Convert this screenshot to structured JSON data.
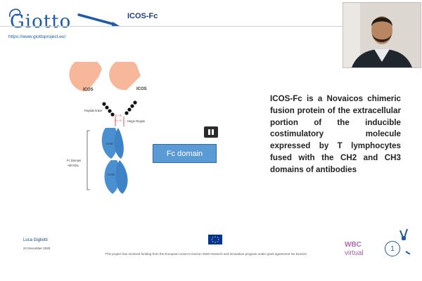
{
  "header": {
    "logo_text": "Giotto",
    "logo_url": "https://www.giottoproject.eu/",
    "title": "ICOS-Fc"
  },
  "diagram": {
    "icos_left": "ICOS",
    "icos_right": "ICOS",
    "peptide_linker": "Peptide linker",
    "hinge_region": "Hinge Region",
    "disulfide_top": "S—S",
    "disulfide_bottom": "S—S",
    "fc_domain_label_line1": "Fc Domain",
    "fc_domain_label_line2": "~50 KDa",
    "ch2": "CH2",
    "ch3": "CH3"
  },
  "fc_box_label": "Fc domain",
  "body_text": "ICOS-Fc is a Novaicos chimeric fusion protein of the extracellular portion of the inducible costimulatory molecule expressed by T lymphocytes fused with the CH2 and CH3 domains of antibodies",
  "footer": {
    "name": "Luca Gigliotti",
    "date": "22 December 2020",
    "funding": "This project has received funding from the European Union's Horizon 2020 research and innovation program under grant agreement No 814410",
    "wbc": "WBC",
    "virtual": "virtual",
    "page_number": "1"
  },
  "colors": {
    "icos_fill": "#f6b79a",
    "fc_fill": "#4a8fd0",
    "accent_blue": "#1e5aa8"
  },
  "icons": [
    "pause-icon",
    "eu-flag-icon",
    "pen-icon",
    "robot-icon"
  ]
}
